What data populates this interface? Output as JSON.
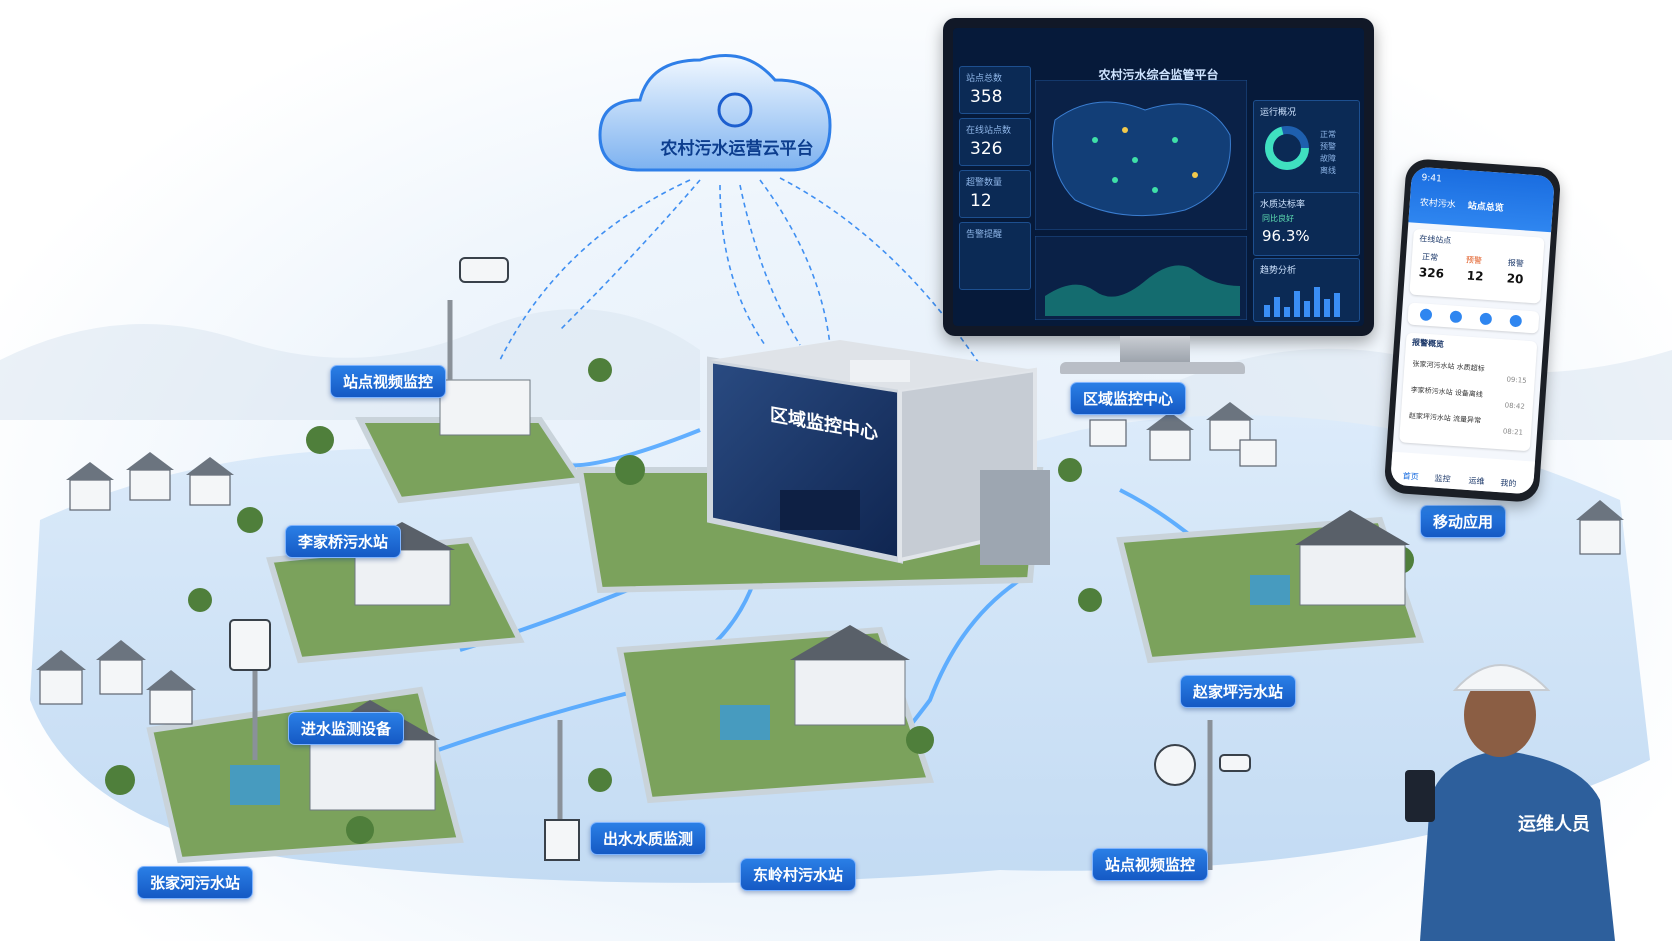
{
  "cloud": {
    "label": "农村污水运营云平台"
  },
  "center_building": {
    "sign": "区域监控中心"
  },
  "labels": {
    "site_video_1": "站点视频监控",
    "region_center": "区域监控中心",
    "lijiaqiao": "李家桥污水站",
    "mobile_app": "移动应用",
    "zhaojiaping": "赵家坪污水站",
    "inlet_device": "进水监测设备",
    "outlet_quality": "出水水质监测",
    "zhangjiahe": "张家河污水站",
    "donglingcun": "东岭村污水站",
    "site_video_2": "站点视频监控"
  },
  "monitor": {
    "title": "农村污水综合监管平台",
    "kpis": [
      {
        "label": "站点总数",
        "value": "358"
      },
      {
        "label": "在线站点数",
        "value": "326"
      },
      {
        "label": "超警数量",
        "value": "12"
      }
    ],
    "run_status": "运行概况",
    "legend": [
      "正常",
      "预警",
      "故障",
      "离线"
    ],
    "water_quality": "水质达标率",
    "water_quality_sub": "同比良好",
    "water_quality_value": "96.3%",
    "trend": "趋势分析",
    "alarm_panel": "告警提醒"
  },
  "phone": {
    "time": "9:41",
    "app_name": "农村污水",
    "tab": "站点总览",
    "overview_title": "在线站点",
    "stats": [
      {
        "label": "正常",
        "value": "326"
      },
      {
        "label": "预警",
        "value": "12"
      },
      {
        "label": "报警",
        "value": "20"
      }
    ],
    "alarm_title": "报警概览",
    "alarms": [
      {
        "text": "张家河污水站  水质超标",
        "time": "09:15"
      },
      {
        "text": "李家桥污水站  设备离线",
        "time": "08:42"
      },
      {
        "text": "赵家坪污水站  流量异常",
        "time": "08:21"
      }
    ],
    "nav": [
      "首页",
      "监控",
      "运维",
      "我的"
    ]
  },
  "worker": {
    "vest_text": "运维人员"
  },
  "colors": {
    "accent": "#1b66d6",
    "water": "#cfe2f6",
    "green": "#5a8a45"
  }
}
